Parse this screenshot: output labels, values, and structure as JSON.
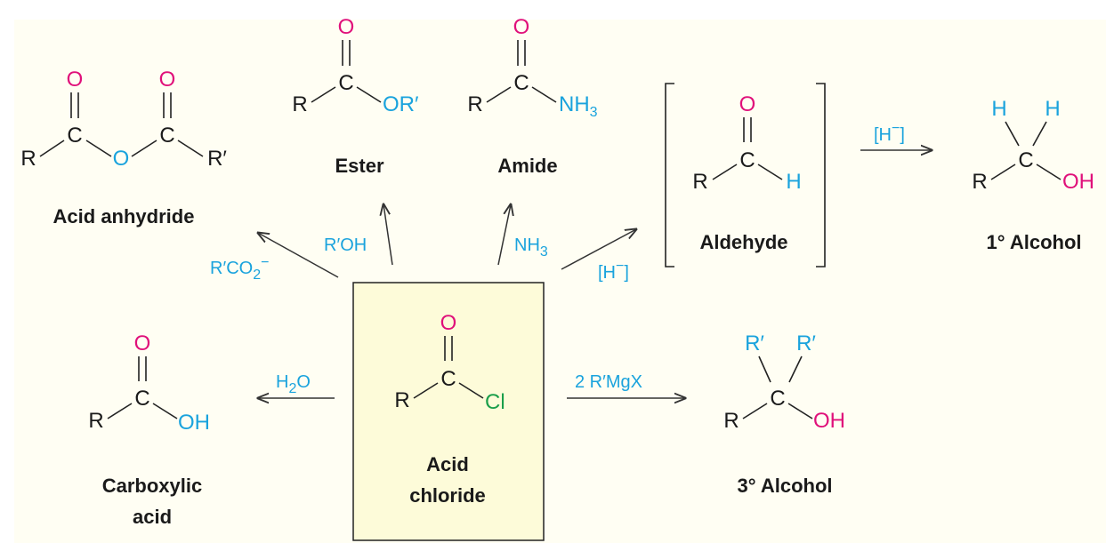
{
  "colors": {
    "background": "#fffef3",
    "box_fill": "#fdfbd9",
    "oxygen": "#e0107a",
    "reagent": "#1aa3dd",
    "chlorine": "#1a9e4a",
    "carbon": "#1a1a1a"
  },
  "atoms": {
    "O": "O",
    "C": "C",
    "R": "R",
    "H": "H",
    "Rp": "R′",
    "ORp": "OR′",
    "OH": "OH",
    "Cl": "Cl",
    "NH": "NH",
    "two": "2"
  },
  "compounds": {
    "anhydride": "Acid anhydride",
    "ester": "Ester",
    "amide": "Amide",
    "aldehyde": "Aldehyde",
    "primary_alcohol": "1° Alcohol",
    "carboxylic_line1": "Carboxylic",
    "carboxylic_line2": "acid",
    "acid_chloride_line1": "Acid",
    "acid_chloride_line2": "chloride",
    "tertiary_alcohol": "3° Alcohol"
  },
  "reagents": {
    "carboxylate_main": "R′CO",
    "carboxylate_sub": "2",
    "carboxylate_sup": "−",
    "alcohol": "R′OH",
    "ammonia_main": "NH",
    "ammonia_sub": "3",
    "hydride_1": "[H",
    "hydride_sup": "−",
    "hydride_close": "]",
    "water_main": "H",
    "water_sub": "2",
    "water_tail": "O",
    "grignard": "2 R′MgX"
  }
}
